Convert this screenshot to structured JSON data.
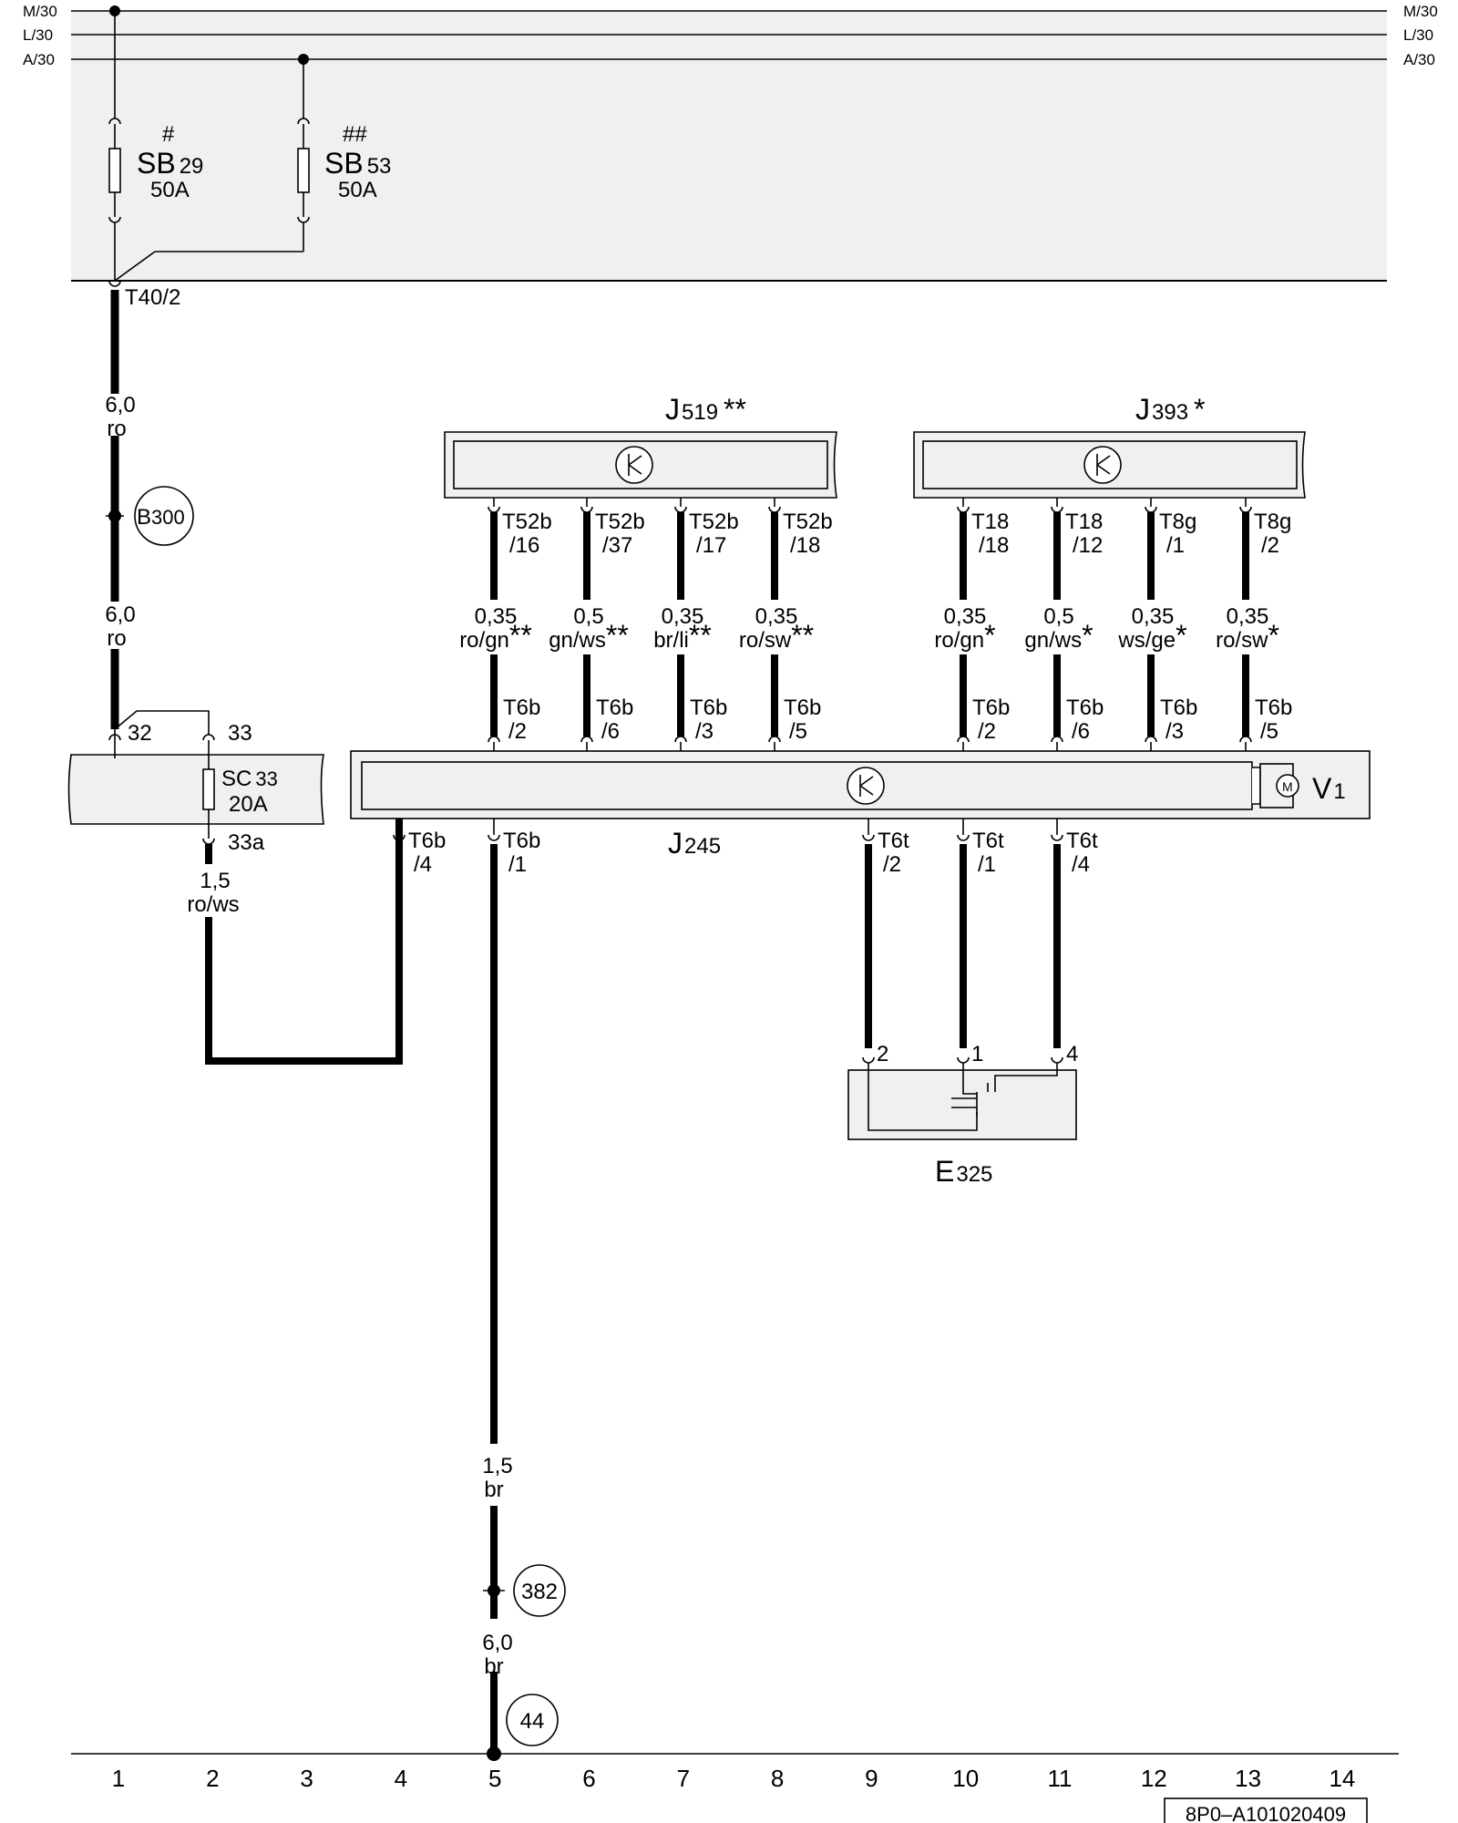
{
  "rails": [
    {
      "id": "m30",
      "left": "M/30",
      "right": "M/30"
    },
    {
      "id": "l30",
      "left": "L/30",
      "right": "L/30"
    },
    {
      "id": "a30",
      "left": "A/30",
      "right": "A/30"
    }
  ],
  "fuses": {
    "sb29": {
      "marker": "#",
      "name": "SB",
      "num": "29",
      "amp": "50A"
    },
    "sb53": {
      "marker": "##",
      "name": "SB",
      "num": "53",
      "amp": "50A"
    },
    "sc33": {
      "name": "SC",
      "num": "33",
      "amp": "20A"
    }
  },
  "connector_t40": "T40/2",
  "main_wire": {
    "size1": "6,0",
    "color1": "ro",
    "node": "B",
    "node_num": "300",
    "size2": "6,0",
    "color2": "ro"
  },
  "sc_pins": {
    "p32": "32",
    "p33": "33",
    "p33a": "33a"
  },
  "sc_wire": {
    "size": "1,5",
    "color": "ro/ws"
  },
  "modules": {
    "j519": {
      "name": "J",
      "num": "519",
      "star": "**"
    },
    "j393": {
      "name": "J",
      "num": "393",
      "star": "*"
    },
    "j245": {
      "name": "J",
      "num": "245"
    },
    "v1": {
      "name": "V",
      "num": "1",
      "motor": "M"
    },
    "e325": {
      "name": "E",
      "num": "325"
    }
  },
  "upper_wires": [
    {
      "top1": "T52b",
      "top2": "/16",
      "size": "0,35",
      "color": "ro/gn",
      "star": "**",
      "bot1": "T6b",
      "bot2": "/2"
    },
    {
      "top1": "T52b",
      "top2": "/37",
      "size": "0,5",
      "color": "gn/ws",
      "star": "**",
      "bot1": "T6b",
      "bot2": "/6"
    },
    {
      "top1": "T52b",
      "top2": "/17",
      "size": "0,35",
      "color": "br/li",
      "star": "**",
      "bot1": "T6b",
      "bot2": "/3"
    },
    {
      "top1": "T52b",
      "top2": "/18",
      "size": "0,35",
      "color": "ro/sw",
      "star": "**",
      "bot1": "T6b",
      "bot2": "/5"
    },
    {
      "top1": "T18",
      "top2": "/18",
      "size": "0,35",
      "color": "ro/gn",
      "star": "*",
      "bot1": "T6b",
      "bot2": "/2"
    },
    {
      "top1": "T18",
      "top2": "/12",
      "size": "0,5",
      "color": "gn/ws",
      "star": "*",
      "bot1": "T6b",
      "bot2": "/6"
    },
    {
      "top1": "T8g",
      "top2": "/1",
      "size": "0,35",
      "color": "ws/ge",
      "star": "*",
      "bot1": "T6b",
      "bot2": "/3"
    },
    {
      "top1": "T8g",
      "top2": "/2",
      "size": "0,35",
      "color": "ro/sw",
      "star": "*",
      "bot1": "T6b",
      "bot2": "/5"
    }
  ],
  "lower_pins": [
    {
      "l1": "T6b",
      "l2": "/4"
    },
    {
      "l1": "T6b",
      "l2": "/1"
    },
    {
      "l1": "T6t",
      "l2": "/2"
    },
    {
      "l1": "T6t",
      "l2": "/1"
    },
    {
      "l1": "T6t",
      "l2": "/4"
    }
  ],
  "e325_pins": [
    "2",
    "1",
    "4"
  ],
  "ground_wire": {
    "size1": "1,5",
    "color1": "br",
    "node1": "382",
    "size2": "6,0",
    "color2": "br",
    "node2": "44"
  },
  "columns": [
    "1",
    "2",
    "3",
    "4",
    "5",
    "6",
    "7",
    "8",
    "9",
    "10",
    "11",
    "12",
    "13",
    "14"
  ],
  "ref_code": "8P0–A101020409"
}
